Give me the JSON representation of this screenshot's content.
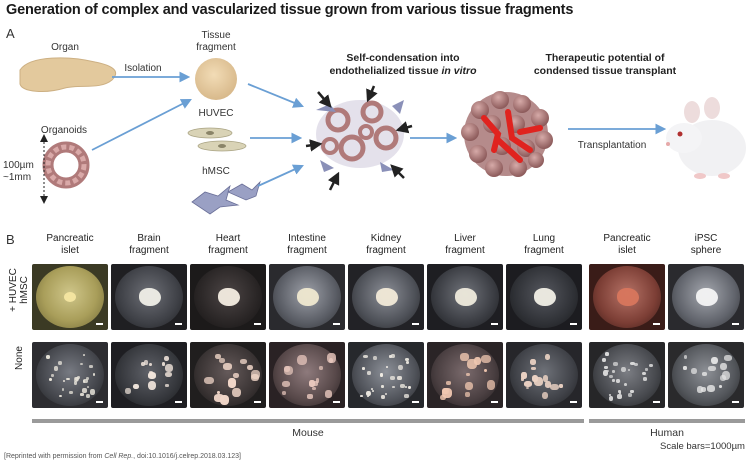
{
  "title": "Generation of complex and vascularized tissue grown from various tissue fragments",
  "panel_a": {
    "letter": "A",
    "organ": "Organ",
    "organoids": "Organoids",
    "isolation": "Isolation",
    "size_top": "100µm",
    "size_bottom": "~1mm",
    "tissue_fragment": "Tissue\nfragment",
    "huvec": "HUVEC",
    "hmsc": "hMSC",
    "self_condensation_1": "Self-condensation into",
    "self_condensation_2": "endothelialized tissue ",
    "in_vitro": "in vitro",
    "therapeutic_1": "Therapeutic potential of",
    "therapeutic_2": "condensed tissue transplant",
    "transplantation": "Transplantation"
  },
  "panel_b": {
    "letter": "B",
    "columns": [
      {
        "label": "Pancreatic\nislet"
      },
      {
        "label": "Brain\nfragment"
      },
      {
        "label": "Heart\nfragment"
      },
      {
        "label": "Intestine\nfragment"
      },
      {
        "label": "Kidney\nfragment"
      },
      {
        "label": "Liver\nfragment"
      },
      {
        "label": "Lung\nfragment"
      },
      {
        "label": "Pancreatic\nislet"
      },
      {
        "label": "iPSC\nsphere"
      }
    ],
    "row_top_label_1": "+ HUVEC",
    "row_top_label_2": "hMSC",
    "row_bottom_label": "None",
    "group_mouse": "Mouse",
    "group_human": "Human",
    "scale_note": "Scale bars=1000µm"
  },
  "footnote_prefix": "[Reprinted with permission from ",
  "footnote_journal": "Cell Rep.",
  "footnote_suffix": ", doi:10.1016/j.celrep.2018.03.123]"
}
